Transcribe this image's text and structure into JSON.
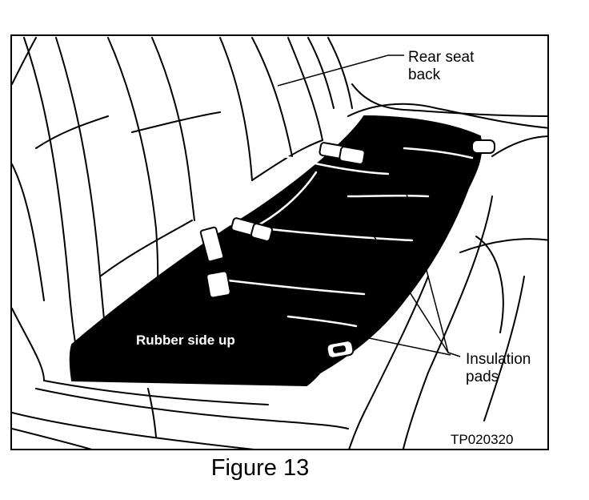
{
  "figure": {
    "labels": {
      "rear_seat_back_line1": "Rear seat",
      "rear_seat_back_line2": "back",
      "insulation_pads_line1": "Insulation",
      "insulation_pads_line2": "pads",
      "rubber_side_up": "Rubber side up",
      "part_code": "TP020320"
    },
    "caption": "Figure 13",
    "colors": {
      "ink": "#000000",
      "paper": "#ffffff"
    }
  }
}
